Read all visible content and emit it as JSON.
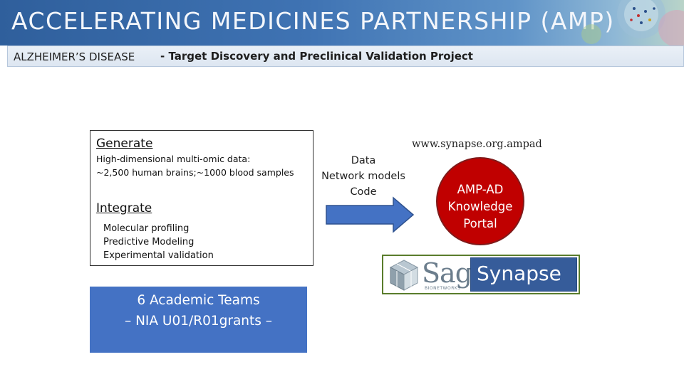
{
  "header": {
    "title": "ACCELERATING MEDICINES PARTNERSHIP (AMP)",
    "subtitle_left": "ALZHEIMER’S DISEASE",
    "subtitle_right": "-  Target Discovery and Preclinical Validation Project"
  },
  "generate": {
    "heading": "Generate",
    "lines": [
      "High-dimensional multi-omic data:",
      "~2,500 human brains;~1000 blood samples"
    ]
  },
  "integrate": {
    "heading": "Integrate",
    "lines": [
      "Molecular profiling",
      "Predictive Modeling",
      "Experimental validation"
    ]
  },
  "teams": {
    "line1": "6 Academic Teams",
    "line2": "– NIA U01/R01grants –"
  },
  "flow": {
    "lines": [
      "Data",
      "Network models",
      "Code"
    ]
  },
  "portal": {
    "url": "www.synapse.org.ampad",
    "lines": [
      "AMP-AD",
      "Knowledge",
      "Portal"
    ]
  },
  "logo": {
    "sage": "Sage",
    "sage_sub": "BIONETWORKS",
    "synapse": "Synapse"
  },
  "colors": {
    "banner": "#3f73b3",
    "teams_box": "#4472c4",
    "portal_circle": "#c00000",
    "arrow": "#4472c4",
    "synapse_box": "#365c9a"
  }
}
